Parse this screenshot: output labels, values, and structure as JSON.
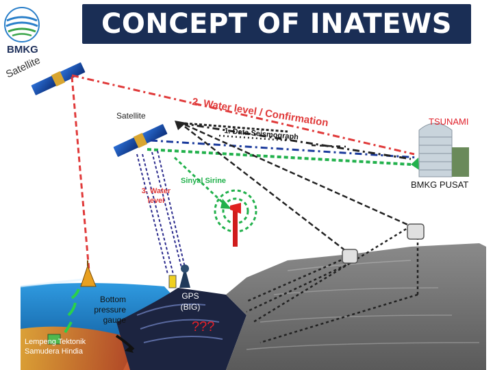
{
  "title": "CONCEPT OF INATEWS",
  "logo": {
    "text": "BMKG",
    "icon": "bmkg-logo-icon"
  },
  "labels": {
    "satellite_top": "Satellite",
    "satellite_mid": "Satellite",
    "water_level_confirmation": "2. Water level / Confirmation",
    "data_seismograph": "1. Data Seismograph",
    "water_level": "3. Water level",
    "sinyal_sirine": "Sinyal Sirine",
    "tsunami": "TSUNAMI",
    "bmkg_pusat": "BMKG PUSAT",
    "bottom_pressure_gauge": "Bottom pressure gauge",
    "gps": "GPS (BIG)",
    "question": "???",
    "lempeng": "Lempeng Tektonik Samudera Hindia"
  },
  "colors": {
    "title_bg": "#1a2e55",
    "red_link": "#e03a3a",
    "green_link": "#22b14c",
    "blue_link": "#1a3a9c",
    "dark_link": "#222222",
    "tsunami_red": "#e0202a",
    "ocean": "#1e7fc8"
  }
}
